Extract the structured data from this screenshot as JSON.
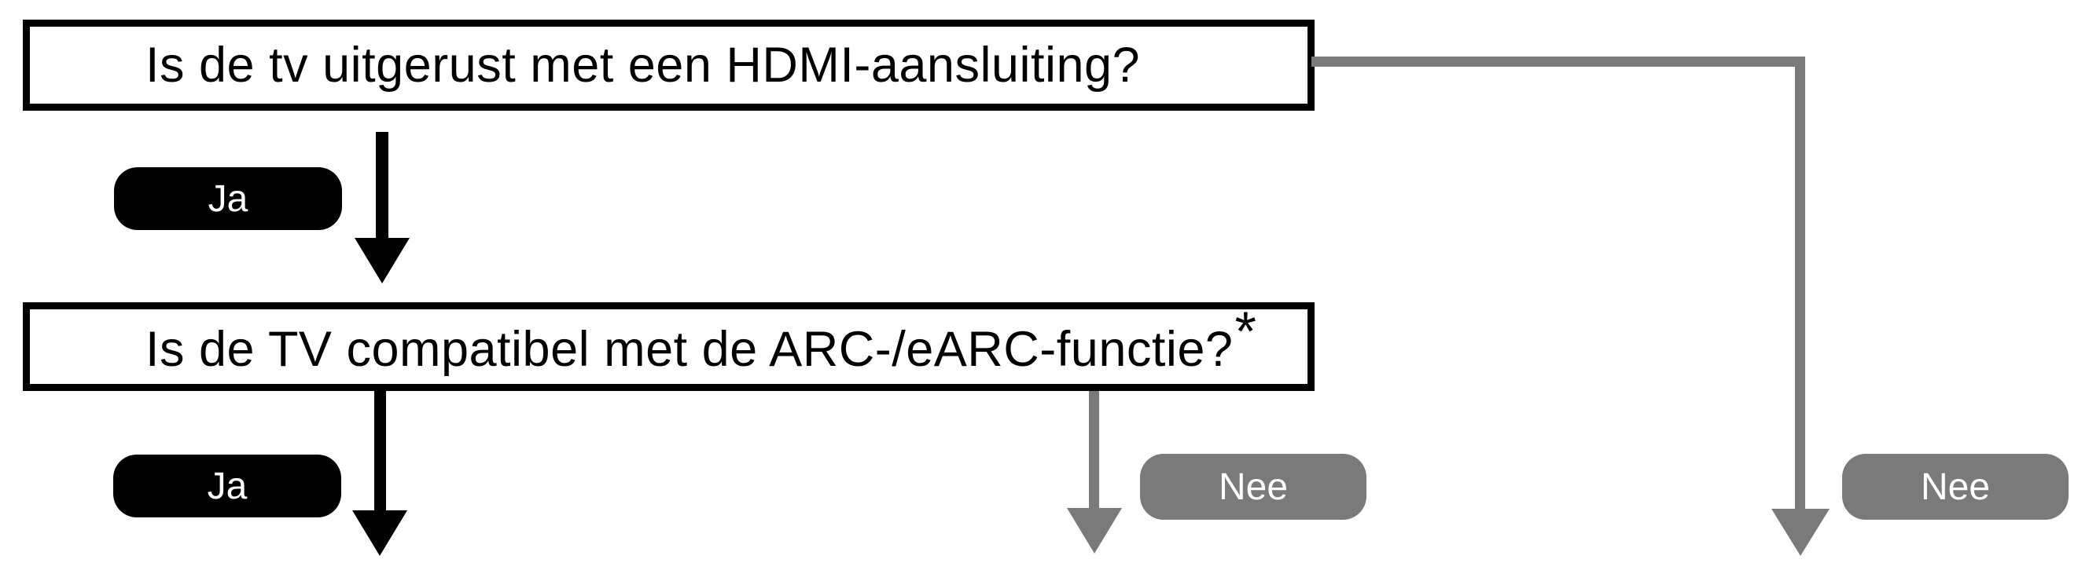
{
  "diagram": {
    "type": "flowchart",
    "language": "nl",
    "colors": {
      "box_border": "#000000",
      "yes_badge": "#000000",
      "no_badge": "#7a7a7a",
      "connector_gray": "#7a7a7a",
      "badge_text": "#ffffff",
      "question_text": "#000000",
      "background": "#ffffff"
    },
    "question1": {
      "text": "Is de tv uitgerust met een HDMI-aansluiting?"
    },
    "question2": {
      "text": "Is de TV compatibel met de ARC-/eARC-functie?",
      "footnote_marker": "*"
    },
    "badges": {
      "yes1": {
        "label": "Ja"
      },
      "yes2": {
        "label": "Ja"
      },
      "no1": {
        "label": "Nee"
      },
      "no2": {
        "label": "Nee"
      }
    }
  }
}
